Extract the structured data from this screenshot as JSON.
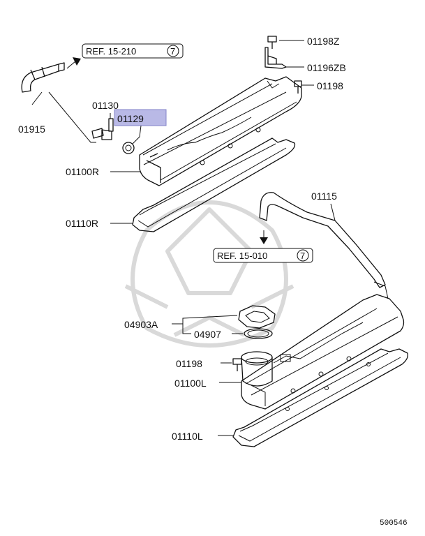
{
  "diagram": {
    "parts": {
      "p_01198Z": "01198Z",
      "p_01196ZB": "01196ZB",
      "p_01198_top": "01198",
      "p_01130": "01130",
      "p_01129": "01129",
      "p_01915": "01915",
      "p_01100R": "01100R",
      "p_01110R": "01110R",
      "p_01115": "01115",
      "p_04903A": "04903A",
      "p_04907": "04907",
      "p_01198_bottom": "01198",
      "p_01100L": "01100L",
      "p_01110L": "01110L"
    },
    "refs": {
      "ref_top": "REF. 15-210",
      "ref_top_num": "7",
      "ref_mid": "REF. 15-010",
      "ref_mid_num": "7"
    },
    "highlight_part": "01129",
    "colors": {
      "highlight_fill": "#b9b9e6",
      "highlight_border": "#8484c8",
      "line": "#111111",
      "watermark": "#d9d9d9"
    },
    "footer_code": "500546"
  }
}
